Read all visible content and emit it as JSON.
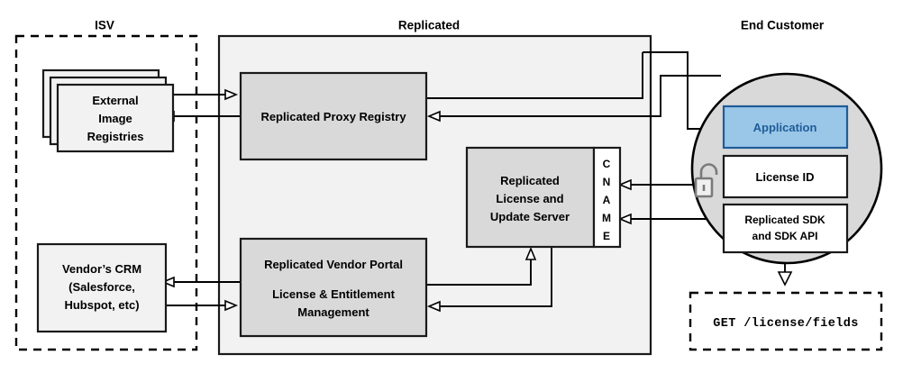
{
  "zones": {
    "isv": {
      "title": "ISV"
    },
    "replicated": {
      "title": "Replicated"
    },
    "end_customer": {
      "title": "End Customer"
    }
  },
  "nodes": {
    "external_registries": {
      "line1": "External",
      "line2": "Image",
      "line3": "Registries"
    },
    "vendor_crm": {
      "line1": "Vendor’s CRM",
      "line2": "(Salesforce,",
      "line3": "Hubspot, etc)"
    },
    "proxy_registry": {
      "label": "Replicated Proxy Registry"
    },
    "license_server": {
      "line1": "Replicated",
      "line2": "License and",
      "line3": "Update Server"
    },
    "cname": {
      "label": "CNAME",
      "letters": [
        "C",
        "N",
        "A",
        "M",
        "E"
      ]
    },
    "vendor_portal": {
      "line1": "Replicated Vendor Portal",
      "line2": "License & Entitlement",
      "line3": "Management"
    },
    "application": {
      "label": "Application"
    },
    "license_id": {
      "label": "License ID"
    },
    "sdk": {
      "line1": "Replicated SDK",
      "line2": "and SDK API"
    },
    "api_request": {
      "label": "GET /license/fields"
    },
    "lock": {
      "name": "unlocked-padlock"
    }
  },
  "colors": {
    "zone_fill": "#F2F2F2",
    "node_gray": "#D9D9D9",
    "node_light": "#F2F2F2",
    "node_white": "#FFFFFF",
    "app_fill": "#9AC7E8",
    "app_stroke": "#1F5C99",
    "circle_fill": "#D9D9D9",
    "stroke": "#1a1a1a",
    "lock_stroke": "#7a7a7a",
    "background": "#FFFFFF"
  }
}
